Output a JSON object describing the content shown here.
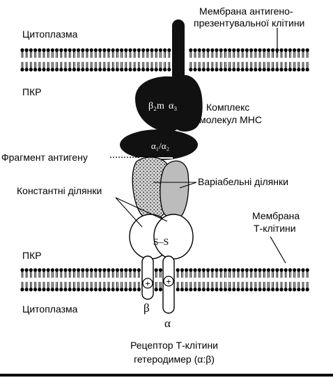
{
  "labels": {
    "apc_membrane_line1": "Мембрана антигено-",
    "apc_membrane_line2": "презентувальної клітини",
    "cytoplasm_top": "Цитоплазма",
    "pkr_top": "ПКР",
    "mhc_complex_line1": "Комплекс",
    "mhc_complex_line2": "молекул МНС",
    "antigen_fragment": "Фрагмент антигену",
    "constant_regions": "Константні ділянки",
    "variable_regions": "Варіабельні ділянки",
    "t_membrane_line1": "Мембрана",
    "t_membrane_line2": "Т-клітини",
    "pkr_bottom": "ПКР",
    "cytoplasm_bottom": "Цитоплазма",
    "receptor_line1": "Рецептор Т-клітини",
    "receptor_line2": "гетеродимер (α:β)"
  },
  "domain_labels": {
    "b2m": "β₂m",
    "a3": "α₃",
    "a1a2": "α₁/α₂",
    "ss": "S–S",
    "beta": "β",
    "alpha": "α",
    "plus": "+"
  },
  "colors": {
    "ink": "#000000",
    "paper": "#ffffff",
    "mhc_fill": "#111111",
    "variable_fill": "#bcbcbc"
  }
}
